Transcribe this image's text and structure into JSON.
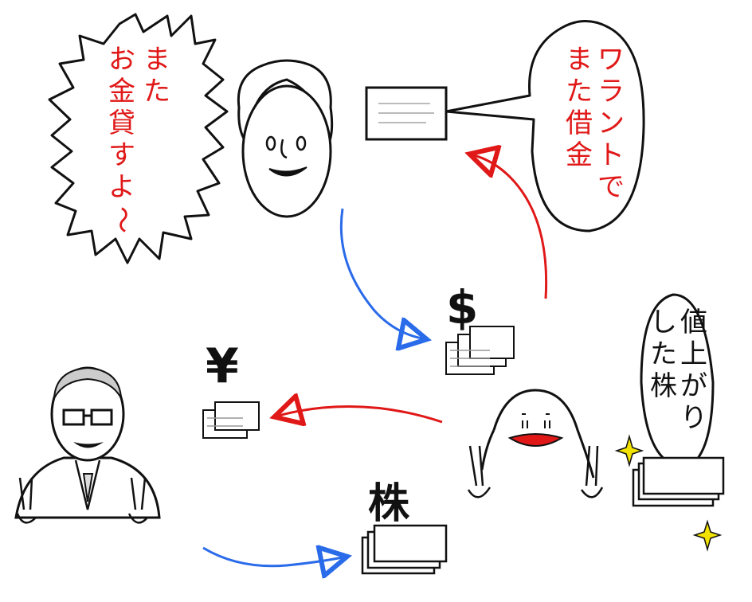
{
  "bubbles": {
    "lender_shout_lines": [
      "また",
      "お金貸すよ〜"
    ],
    "warrant_lines": [
      "ワラントで",
      "また借金"
    ],
    "stock_rose_lines": [
      "値上がり",
      "した株"
    ]
  },
  "symbols": {
    "dollar": "$",
    "yen": "¥",
    "stock": "株"
  },
  "colors": {
    "red": "#e01818",
    "blue": "#2a6bea",
    "ink": "#111111",
    "sparkle": "#f2e200"
  }
}
